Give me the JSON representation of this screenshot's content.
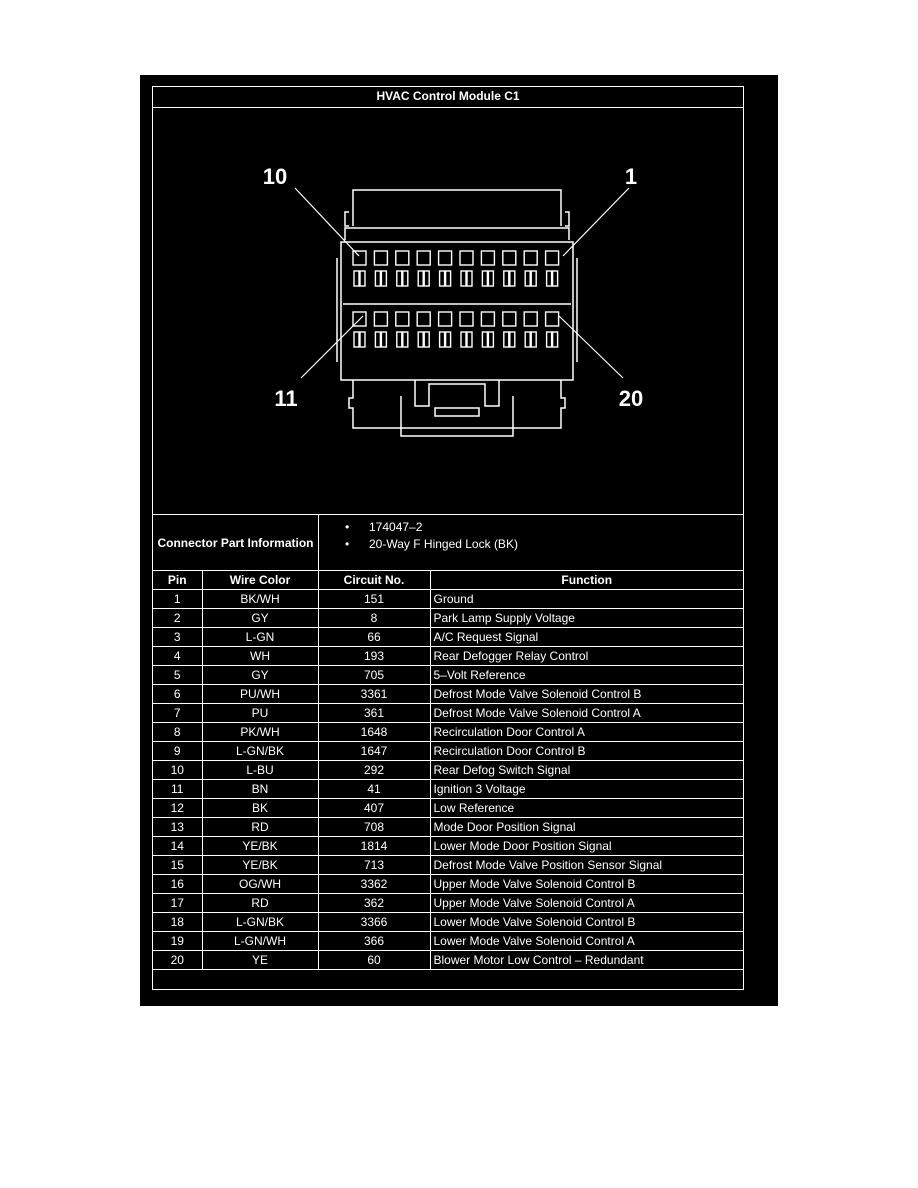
{
  "title": "HVAC Control Module C1",
  "diagram": {
    "callouts": {
      "top_left": "10",
      "top_right": "1",
      "bottom_left": "11",
      "bottom_right": "20"
    }
  },
  "part_info": {
    "label": "Connector Part Information",
    "bullet": "•",
    "items": [
      "174047–2",
      "20-Way F Hinged Lock (BK)"
    ]
  },
  "table": {
    "headers": [
      "Pin",
      "Wire Color",
      "Circuit No.",
      "Function"
    ],
    "rows": [
      [
        "1",
        "BK/WH",
        "151",
        "Ground"
      ],
      [
        "2",
        "GY",
        "8",
        "Park Lamp Supply Voltage"
      ],
      [
        "3",
        "L-GN",
        "66",
        "A/C Request Signal"
      ],
      [
        "4",
        "WH",
        "193",
        "Rear Defogger Relay Control"
      ],
      [
        "5",
        "GY",
        "705",
        "5–Volt Reference"
      ],
      [
        "6",
        "PU/WH",
        "3361",
        "Defrost Mode Valve Solenoid Control B"
      ],
      [
        "7",
        "PU",
        "361",
        "Defrost Mode Valve Solenoid Control A"
      ],
      [
        "8",
        "PK/WH",
        "1648",
        "Recirculation Door Control A"
      ],
      [
        "9",
        "L-GN/BK",
        "1647",
        "Recirculation Door Control B"
      ],
      [
        "10",
        "L-BU",
        "292",
        "Rear Defog Switch Signal"
      ],
      [
        "11",
        "BN",
        "41",
        "Ignition 3 Voltage"
      ],
      [
        "12",
        "BK",
        "407",
        "Low Reference"
      ],
      [
        "13",
        "RD",
        "708",
        "Mode Door Position Signal"
      ],
      [
        "14",
        "YE/BK",
        "1814",
        "Lower Mode Door Position Signal"
      ],
      [
        "15",
        "YE/BK",
        "713",
        "Defrost Mode Valve Position Sensor Signal"
      ],
      [
        "16",
        "OG/WH",
        "3362",
        "Upper Mode Valve Solenoid Control B"
      ],
      [
        "17",
        "RD",
        "362",
        "Upper Mode Valve Solenoid Control A"
      ],
      [
        "18",
        "L-GN/BK",
        "3366",
        "Lower Mode Valve Solenoid Control B"
      ],
      [
        "19",
        "L-GN/WH",
        "366",
        "Lower Mode Valve Solenoid Control A"
      ],
      [
        "20",
        "YE",
        "60",
        "Blower Motor Low Control – Redundant"
      ]
    ]
  }
}
